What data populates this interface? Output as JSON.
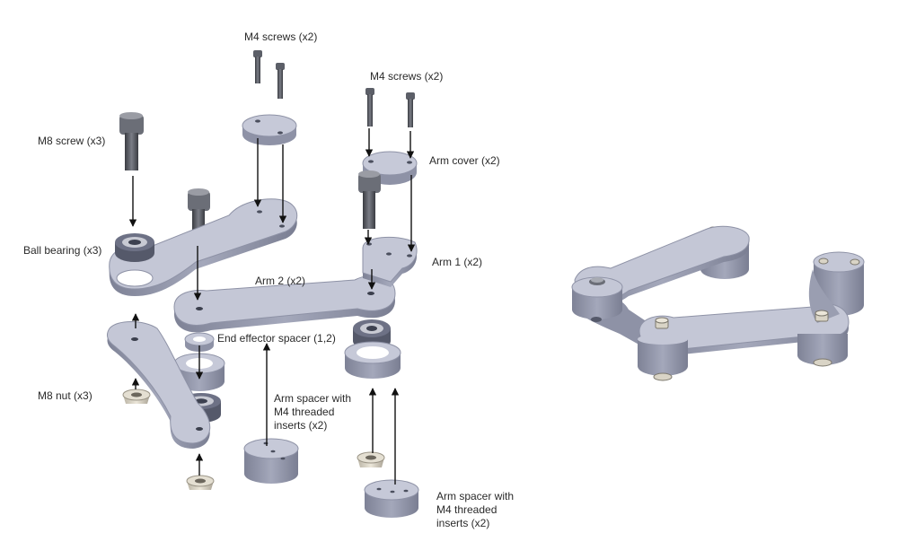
{
  "labels": {
    "m4_screws_top": "M4 screws (x2)",
    "m4_screws_right": "M4 screws (x2)",
    "m8_screw": "M8 screw (x3)",
    "arm_cover": "Arm cover (x2)",
    "ball_bearing": "Ball bearing (x3)",
    "arm_1": "Arm 1 (x2)",
    "arm_2": "Arm 2 (x2)",
    "end_effector_spacer": "End effector spacer (1,2)",
    "m8_nut": "M8 nut  (x3)",
    "arm_spacer_center": [
      "Arm spacer with",
      "M4 threaded",
      "inserts (x2)"
    ],
    "arm_spacer_right": [
      "Arm spacer with",
      "M4 threaded",
      "inserts (x2)"
    ]
  },
  "colors": {
    "part_top": "#c4c7d6",
    "part_side": "#8b8fa3",
    "part_dark": "#60657a",
    "screw": "#575a62",
    "nut": "#d8d2c4",
    "arrow": "#111111",
    "text": "#2a2a2a"
  }
}
